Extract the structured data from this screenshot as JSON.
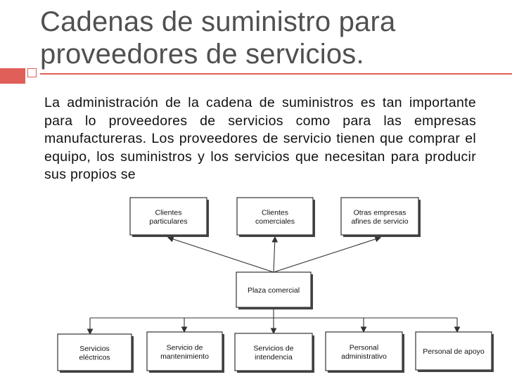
{
  "title": {
    "line1": "Cadenas de suministro para",
    "line2": "proveedores de servicios."
  },
  "body": {
    "paragraph": "La administración de la cadena de suministros es tan importante para lo proveedores de servicios como para las empresas manufactureras. Los proveedores de servicio tienen que comprar el equipo, los suministros y los servicios que necesitan para producir sus propios se"
  },
  "diagram": {
    "top": [
      {
        "lines": [
          "Clientes",
          "particulares"
        ]
      },
      {
        "lines": [
          "Clientes",
          "comerciales"
        ]
      },
      {
        "lines": [
          "Otras empresas",
          "afines de servicio"
        ]
      }
    ],
    "center": {
      "lines": [
        "Plaza comercial"
      ]
    },
    "bottom": [
      {
        "lines": [
          "Servicios",
          "eléctricos"
        ]
      },
      {
        "lines": [
          "Servicio de",
          "mantenimiento"
        ]
      },
      {
        "lines": [
          "Servicios de",
          "intendencia"
        ]
      },
      {
        "lines": [
          "Personal",
          "administrativo"
        ]
      },
      {
        "lines": [
          "Personal de apoyo"
        ]
      }
    ]
  },
  "colors": {
    "accent": "#e05f58",
    "title": "#505050"
  }
}
